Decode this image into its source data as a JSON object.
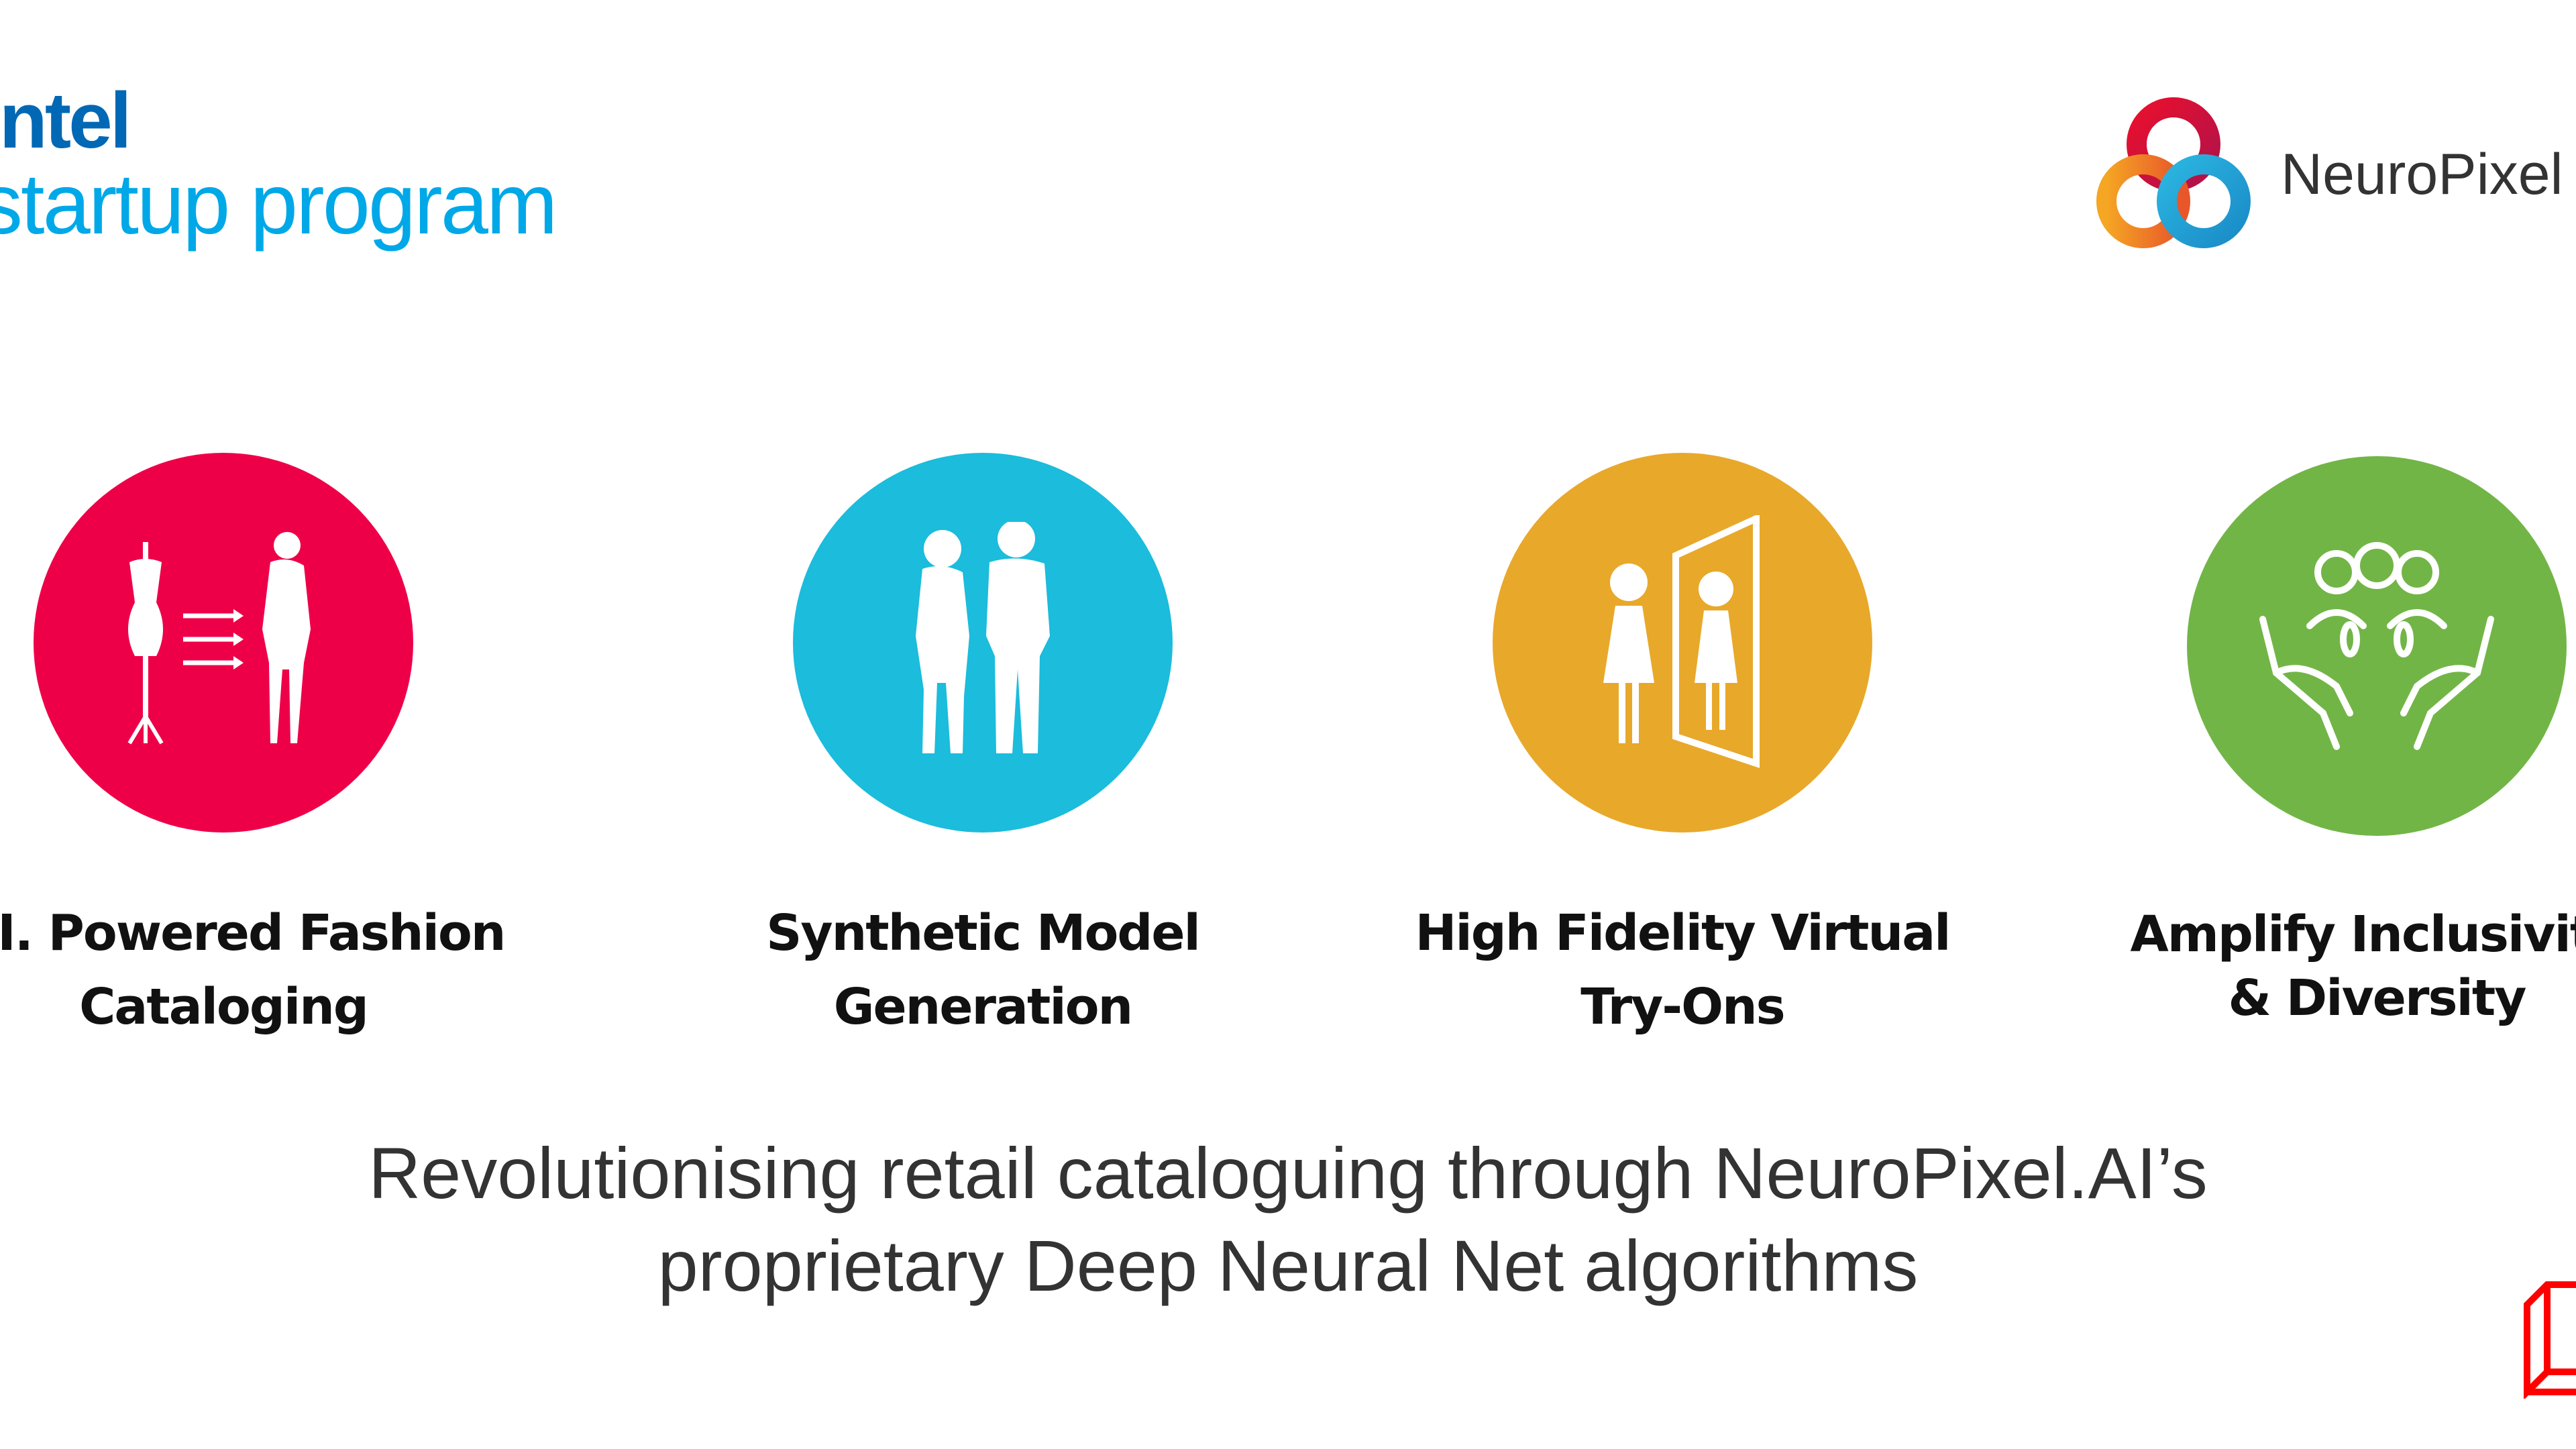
{
  "header": {
    "intel_logo": {
      "brand": "intel",
      "subtitle": "startup program"
    },
    "neuropixel_logo": {
      "name": "NeuroPixel"
    }
  },
  "features": [
    {
      "label": "A.I. Powered Fashion\nCataloging",
      "color": "#EE0049",
      "icon": "mannequin-to-model-icon"
    },
    {
      "label": "Synthetic Model\nGeneration",
      "color": "#1BBCDC",
      "icon": "couple-silhouette-icon"
    },
    {
      "label": "High Fidelity Virtual\nTry-Ons",
      "color": "#E8A82A",
      "icon": "mirror-try-on-icon"
    },
    {
      "label": "Amplify Inclusivity\n& Diversity",
      "color": "#72B547",
      "icon": "hands-people-icon"
    }
  ],
  "caption": {
    "line1": "Revolutionising retail cataloguing through NeuroPixel.AI’s",
    "line2": "proprietary Deep Neural Net algorithms"
  },
  "colors": {
    "intel_blue": "#0068B5",
    "intel_light_blue": "#00A8E8",
    "corner_logo_red": "#FF0000"
  }
}
